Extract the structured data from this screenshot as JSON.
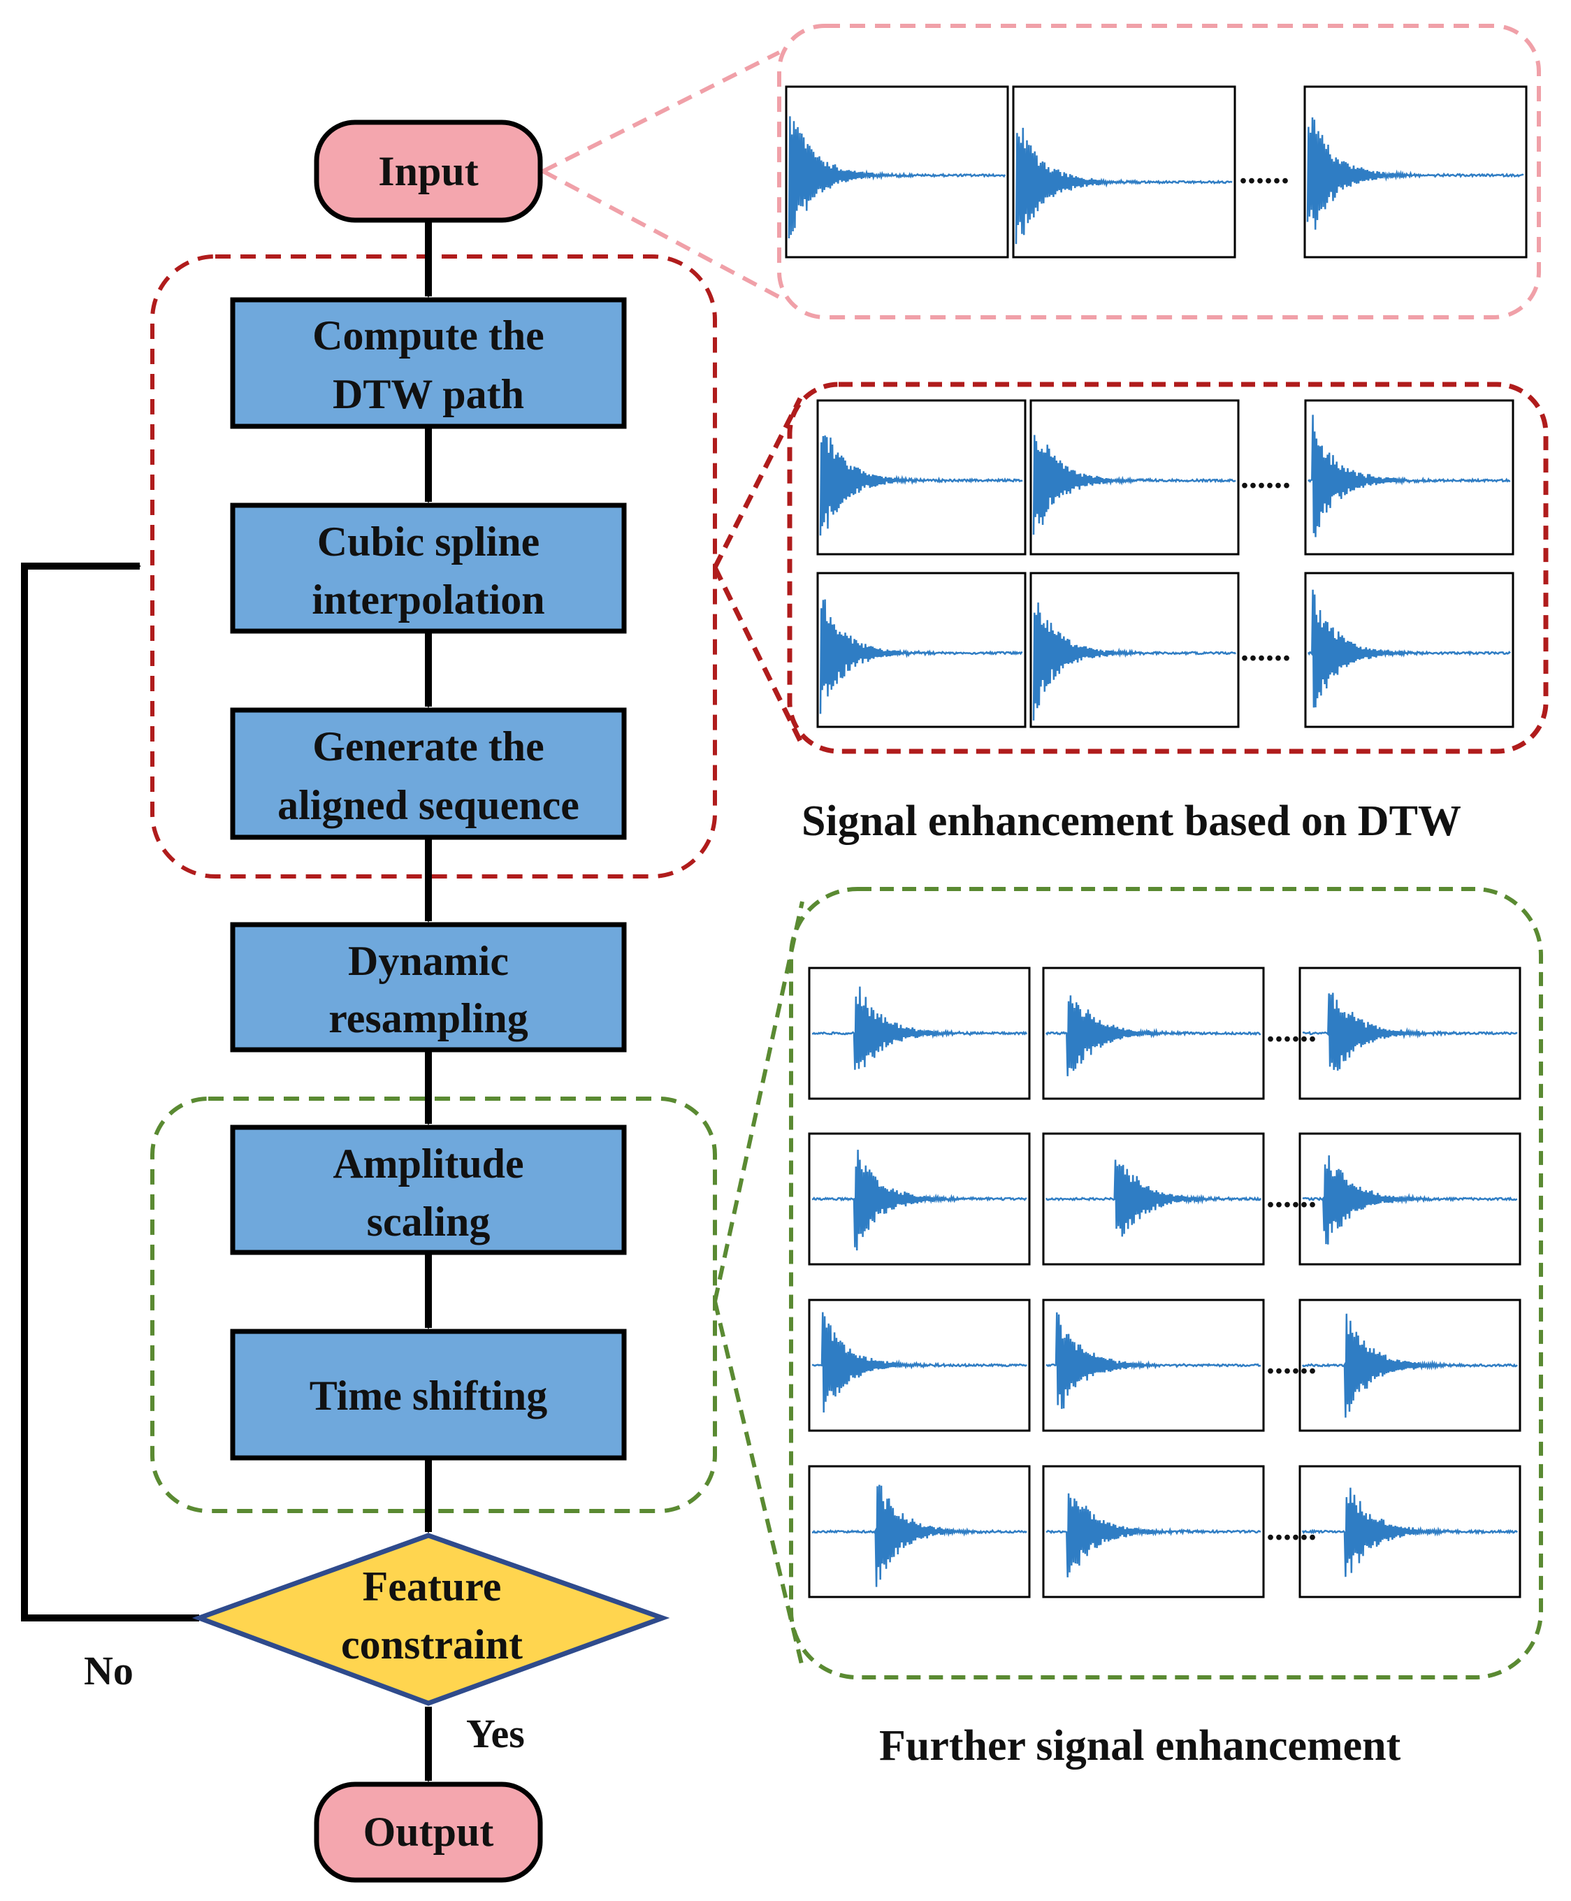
{
  "nodes": {
    "input": {
      "label": "Input"
    },
    "dtw_path": {
      "line1": "Compute the",
      "line2": "DTW path"
    },
    "spline": {
      "line1": "Cubic spline",
      "line2": "interpolation"
    },
    "aligned": {
      "line1": "Generate the",
      "line2": "aligned sequence"
    },
    "resampling": {
      "line1": "Dynamic",
      "line2": "resampling"
    },
    "amplitude": {
      "line1": "Amplitude",
      "line2": "scaling"
    },
    "time_shift": {
      "label": "Time shifting"
    },
    "feature": {
      "line1": "Feature",
      "line2": "constraint"
    },
    "output": {
      "label": "Output"
    }
  },
  "edge_labels": {
    "no": "No",
    "yes": "Yes"
  },
  "captions": {
    "dtw": "Signal enhancement based on DTW",
    "further": "Further signal enhancement"
  },
  "ellipsis": "......",
  "colors": {
    "process_fill": "#6fa8dc",
    "terminal_fill": "#f4a6ae",
    "decision_fill": "#ffd54f",
    "decision_stroke": "#2f4b8c",
    "pink_dash": "#f0a0a8",
    "red_dash": "#b01c1c",
    "green_dash": "#5a8a32",
    "signal": "#2f7dc4"
  }
}
